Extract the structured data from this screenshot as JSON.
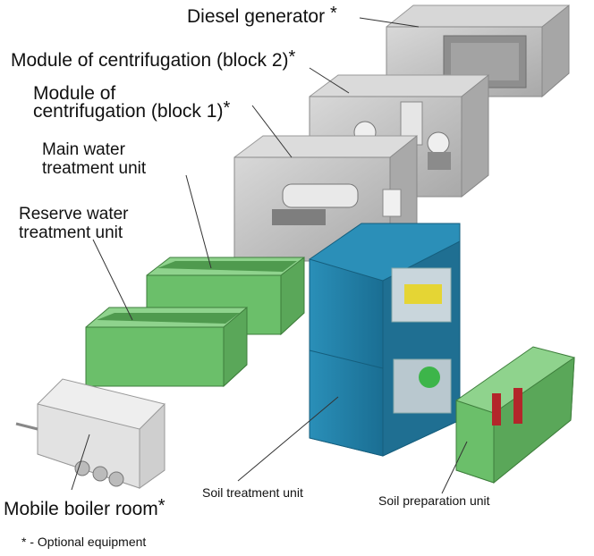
{
  "labels": {
    "diesel_generator": "Diesel generator",
    "centrifugation_block2": "Module of centrifugation (block 2)",
    "centrifugation_block1_line1": "Module of",
    "centrifugation_block1_line2": "centrifugation (block 1)",
    "main_water_line1": "Main water",
    "main_water_line2": "treatment  unit",
    "reserve_water_line1": "Reserve water",
    "reserve_water_line2": "treatment unit",
    "mobile_boiler": "Mobile boiler room",
    "soil_treatment": "Soil treatment unit",
    "soil_preparation": "Soil preparation unit",
    "star": "*",
    "footnote": "* - Optional equipment"
  },
  "colors": {
    "container_grey": "#bcbcbc",
    "container_blue": "#1c7fa6",
    "container_green": "#6bbf6a",
    "boiler_white": "#e4e4e4"
  }
}
